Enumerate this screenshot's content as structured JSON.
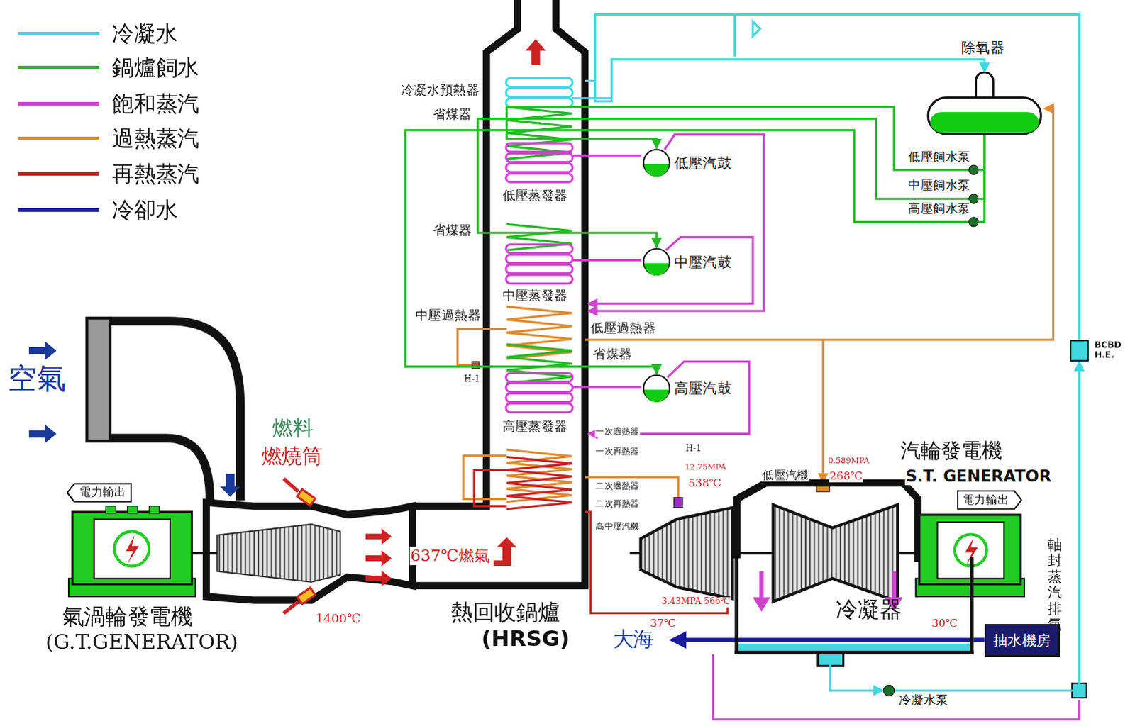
{
  "diagram": {
    "nodes": [
      {
        "text": [
          "低壓汽鼓"
        ]
      },
      {
        "text": [
          "中壓汽鼓"
        ]
      },
      {
        "text": [
          "高壓汽鼓"
        ]
      },
      {
        "text": [
          "除氧器"
        ]
      },
      {
        "text": [
          "低壓飼水泵"
        ]
      },
      {
        "text": [
          "中壓飼水泵"
        ]
      },
      {
        "text": [
          "高壓飼水泵"
        ]
      },
      {
        "text": [
          "冷凝器"
        ]
      },
      {
        "text": [
          "抽水機房"
        ]
      },
      {
        "text": [
          "冷凝水泵"
        ]
      },
      {
        "text": [
          "BCBD H.E."
        ]
      },
      {
        "text": [
          "電力輸出"
        ]
      },
      {
        "text": [
          "電力輸出"
        ]
      }
    ],
    "edges": [
      {
        "from": 4,
        "to": 0,
        "arrow": "to"
      },
      {
        "from": 5,
        "to": 1,
        "arrow": "to"
      },
      {
        "from": 6,
        "to": 2,
        "arrow": "to"
      },
      {
        "from": 3,
        "to": 4,
        "arrow": "none"
      },
      {
        "from": 3,
        "to": 5,
        "arrow": "none"
      },
      {
        "from": 3,
        "to": 6,
        "arrow": "none"
      },
      {
        "from": 7,
        "to": 9,
        "arrow": "to"
      },
      {
        "from": 9,
        "to": 10,
        "arrow": "to"
      },
      {
        "from": 10,
        "to": 3,
        "arrow": "to"
      },
      {
        "from": 8,
        "to": 7,
        "arrow": "none"
      }
    ],
    "labels": [
      "空氣",
      "燃料",
      "燃燒筒",
      "1400℃",
      "637℃燃氣",
      "氣渦輪發電機",
      "(G.T.GENERATOR)",
      "熱回收鍋爐",
      "(HRSG)",
      "冷凝水預熱器",
      "省煤器",
      "低壓蒸發器",
      "省煤器",
      "中壓蒸發器",
      "中壓過熱器",
      "低壓過熱器",
      "省煤器",
      "高壓蒸發器",
      "一次過熱器",
      "一次再熱器",
      "二次過熱器",
      "二次再熱器",
      "H-1",
      "H-1",
      "12.75MPA",
      "538℃",
      "0.589MPA",
      "268℃",
      "3.43MPA 566℃",
      "高中壓汽機",
      "低壓汽機",
      "汽輪發電機",
      "S.T. GENERATOR",
      "37℃",
      "大海",
      "30℃",
      "軸封蒸汽排氣"
    ],
    "legend": [
      {
        "text": "冷凝水",
        "color": "#40d8e0"
      },
      {
        "text": "鍋爐飼水",
        "color": "#22bb22"
      },
      {
        "text": "飽和蒸汽",
        "color": "#cc44cc"
      },
      {
        "text": "過熱蒸汽",
        "color": "#e08a30"
      },
      {
        "text": "再熱蒸汽",
        "color": "#cc2222"
      },
      {
        "text": "冷卻水",
        "color": "#1a1aa0"
      }
    ]
  }
}
